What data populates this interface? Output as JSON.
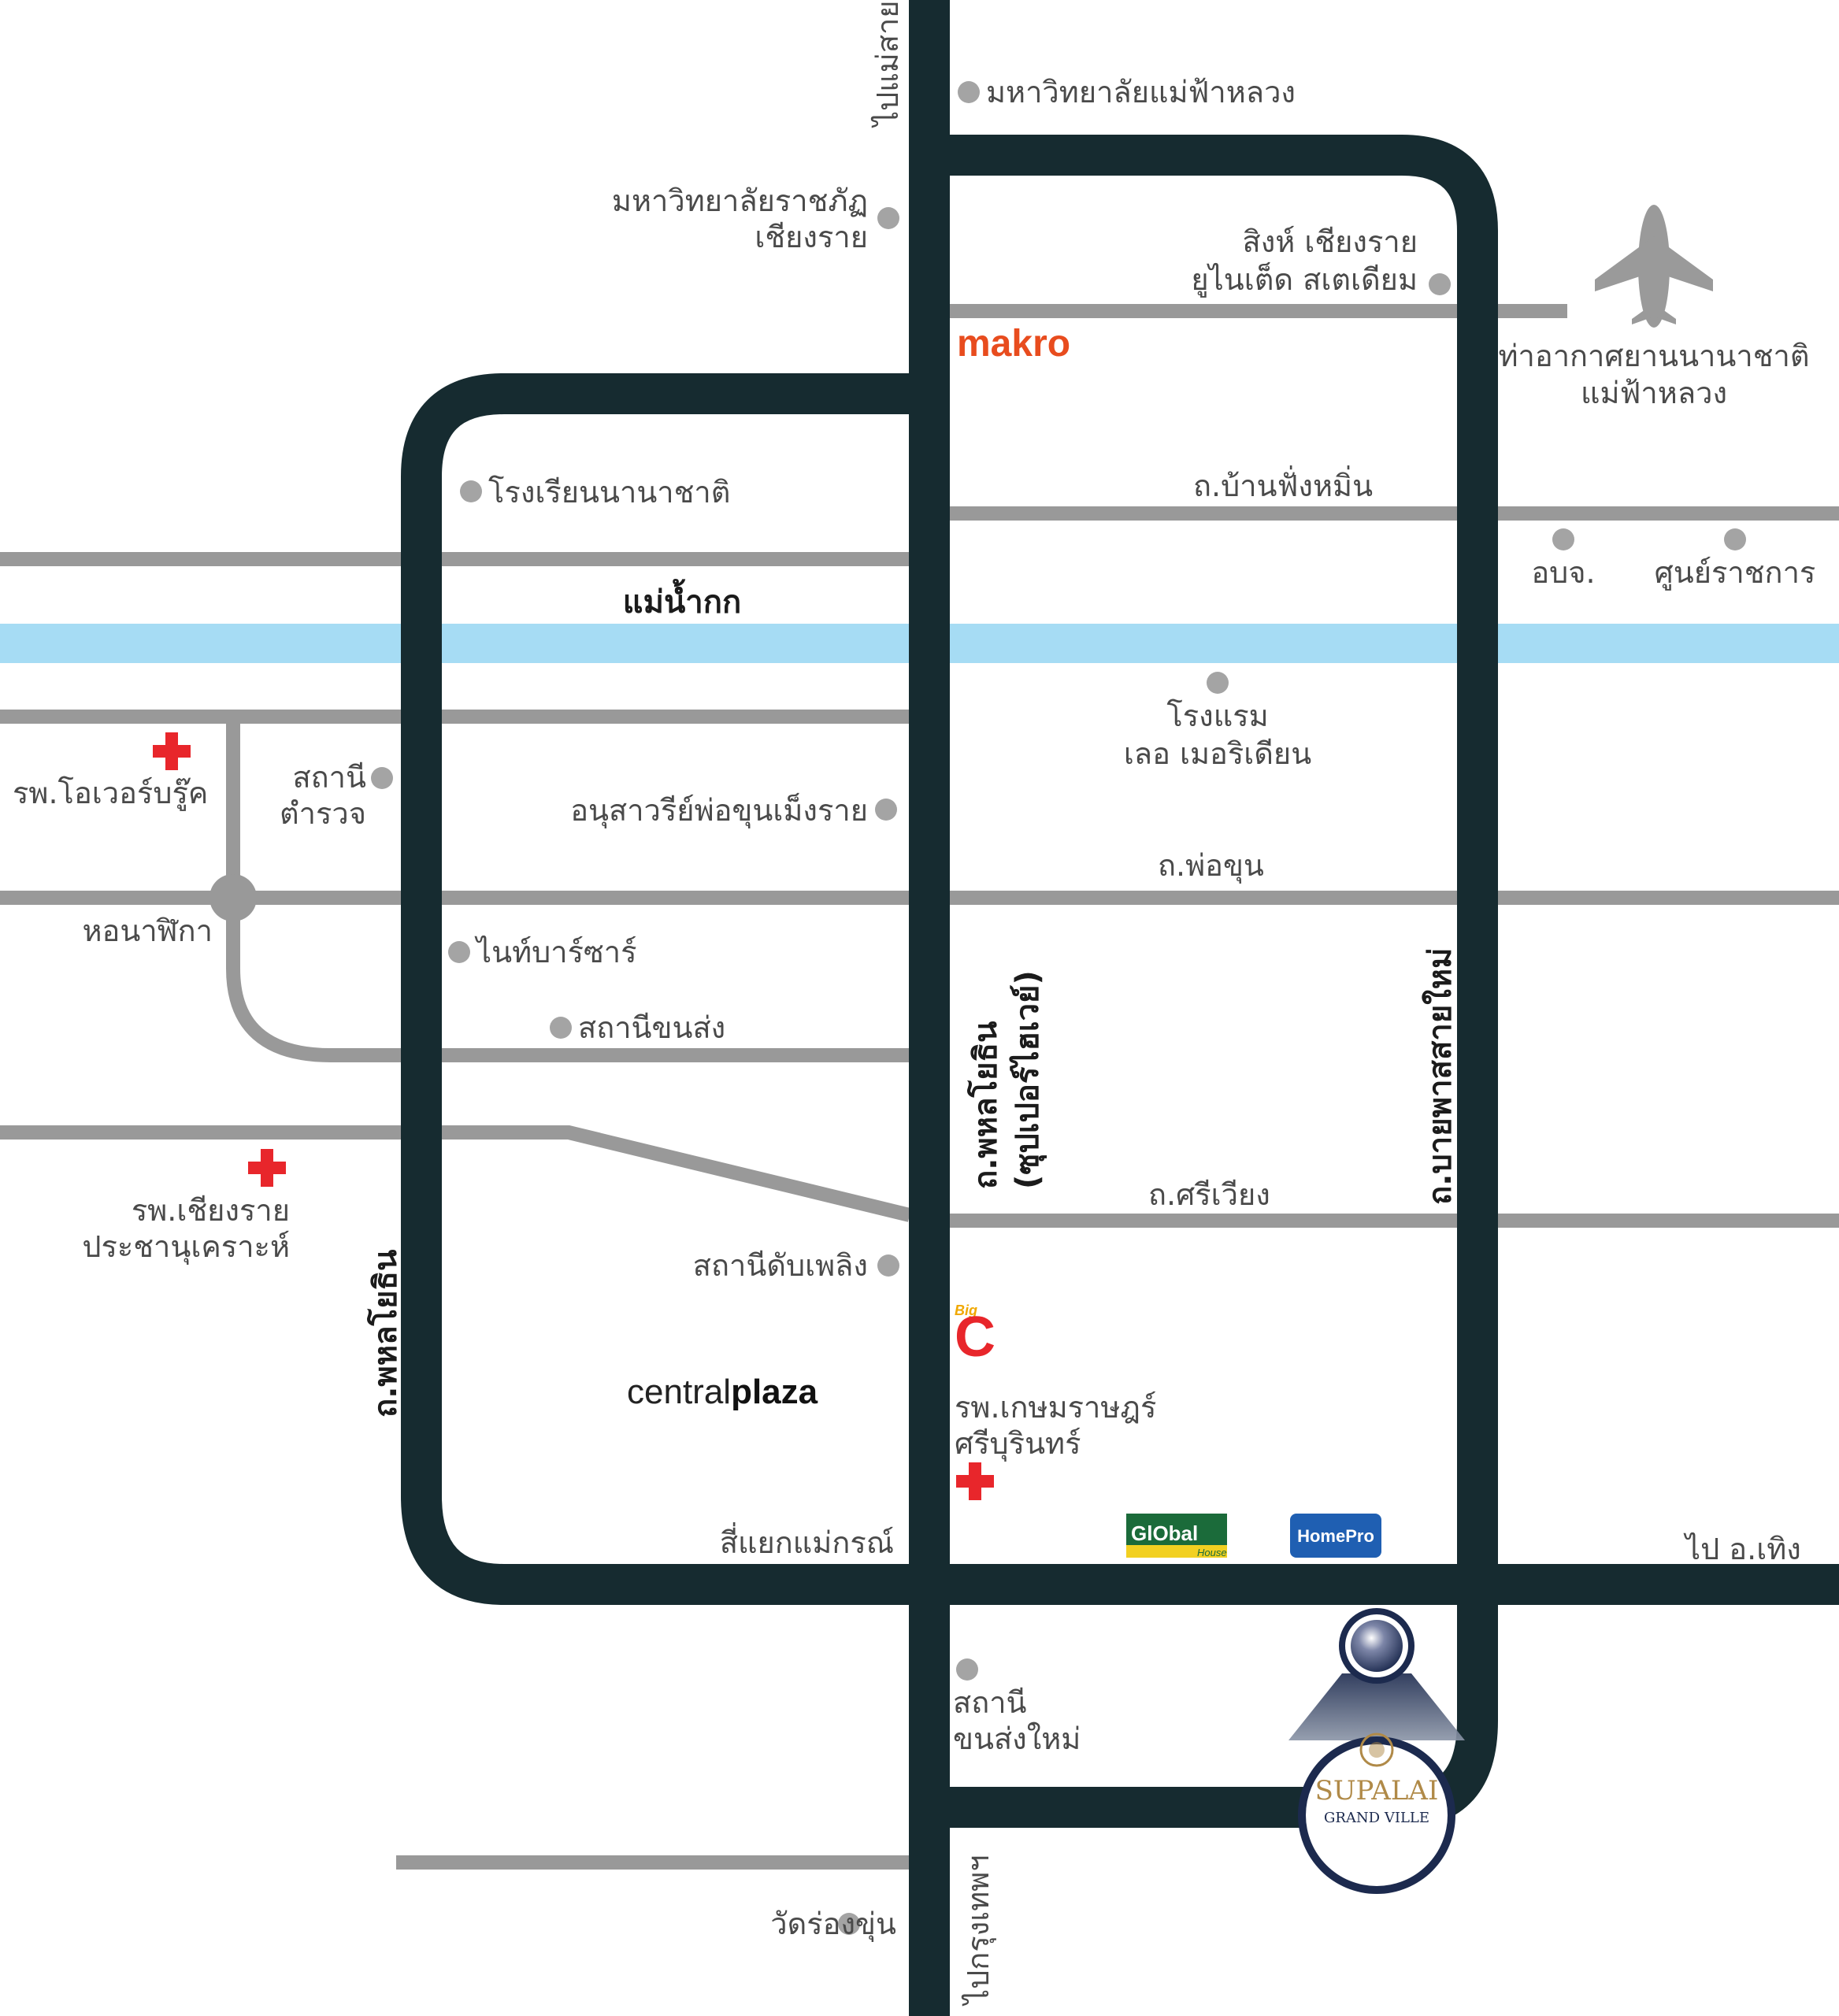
{
  "colors": {
    "main_road": "#162b30",
    "minor_road": "#999999",
    "river": "#a6dcf4",
    "poi_dot": "#a4a4a4",
    "hospital_cross": "#e8262b",
    "makro": "#e84c1e",
    "text": "#4a4a4a",
    "supalai_gold": "#b08a48",
    "pin_navy": "#1c2a4e"
  },
  "roads": {
    "to_mae_sai": "ไปแม่สาย",
    "to_bangkok": "ไปกรุงเทพฯ",
    "to_thoeng": "ไป อ.เทิง",
    "phahon_west": "ถ.พหลโยธิน",
    "phahon_superhighway": "ถ.พหลโยธิน\n(ซุปเปอร์ไฮเวย์)",
    "bypass": "ถ.บายพาสสายใหม่",
    "ban_fang_hmin": "ถ.บ้านฟั่งหมิ่น",
    "pho_khun": "ถ.พ่อขุน",
    "si_wiang": "ถ.ศรีเวียง",
    "mae_korn_junction": "สี่แยกแม่กรณ์"
  },
  "river": {
    "label": "แม่น้ำกก"
  },
  "places": {
    "mfu": "มหาวิทยาลัยแม่ฟ้าหลวง",
    "crru": "มหาวิทยาลัยราชภัฏ\nเชียงราย",
    "stadium": "สิงห์ เชียงราย\nยูไนเต็ด สเตเดียม",
    "airport": "ท่าอากาศยานนานาชาติ\nแม่ฟ้าหลวง",
    "intl_school": "โรงเรียนนานาชาติ",
    "obj": "อบจ.",
    "gov_center": "ศูนย์ราชการ",
    "le_meridien": "โรงแรม\nเลอ เมอริเดียน",
    "overbrook": "รพ.โอเวอร์บรู๊ค",
    "police": "สถานี\nตำรวจ",
    "monument": "อนุสาวรีย์พ่อขุนเม็งราย",
    "clock_tower": "หอนาฬิกา",
    "night_bazaar": "ไนท์บาร์ซาร์",
    "bus_station": "สถานีขนส่ง",
    "cr_pracha": "รพ.เชียงราย\nประชานุเคราะห์",
    "fire_station": "สถานีดับเพลิง",
    "kasem": "รพ.เกษมราษฎร์\nศรีบุรินทร์",
    "new_bus_station": "สถานี\nขนส่งใหม่",
    "wat_rong_khun": "วัดร่องขุ่น"
  },
  "brands": {
    "makro": "makro",
    "bigc_small": "Big",
    "bigc_big": "C",
    "central_a": "central",
    "central_b": "plaza",
    "global_a": "GlObal",
    "global_b": "House",
    "homepro": "HomePro",
    "supalai_a": "SUPALAI",
    "supalai_b": "GRAND VILLE"
  }
}
